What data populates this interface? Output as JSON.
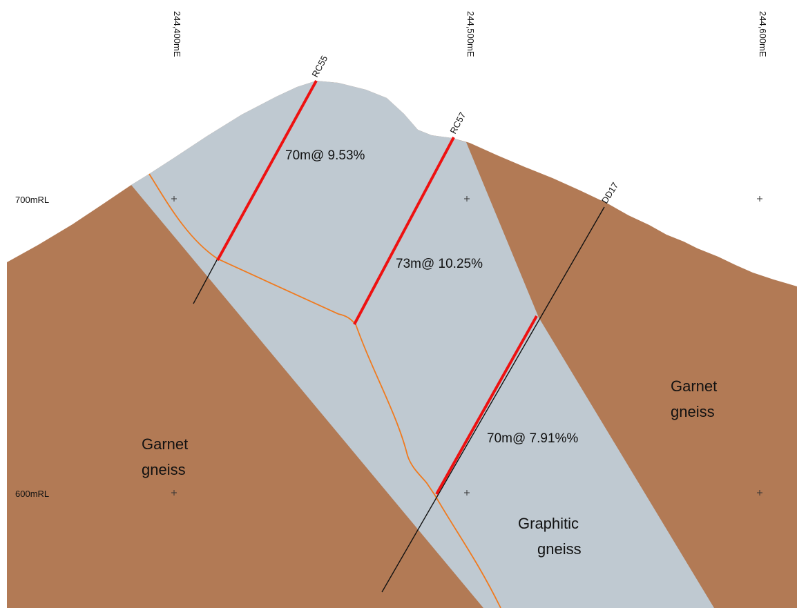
{
  "eastings": [
    "244,400mE",
    "244,500mE",
    "244,600mE"
  ],
  "rls": [
    "700mRL",
    "600mRL"
  ],
  "drillholes": [
    "RC55",
    "RC57",
    "DD17"
  ],
  "intercepts": [
    "70m@ 9.53%",
    "73m@ 10.25%",
    "70m@ 7.91%%"
  ],
  "units": {
    "garnet_left": [
      "Garnet",
      "gneiss"
    ],
    "garnet_right": [
      "Garnet",
      "gneiss"
    ],
    "graphitic": [
      "Graphitic",
      "gneiss"
    ]
  },
  "colors": {
    "garnet_gneiss": "#b27a55",
    "graphitic_gneiss": "#bfc9d1",
    "intercept": "#ee1111",
    "drill_trace": "#111111",
    "contact": "#f07a1e"
  }
}
